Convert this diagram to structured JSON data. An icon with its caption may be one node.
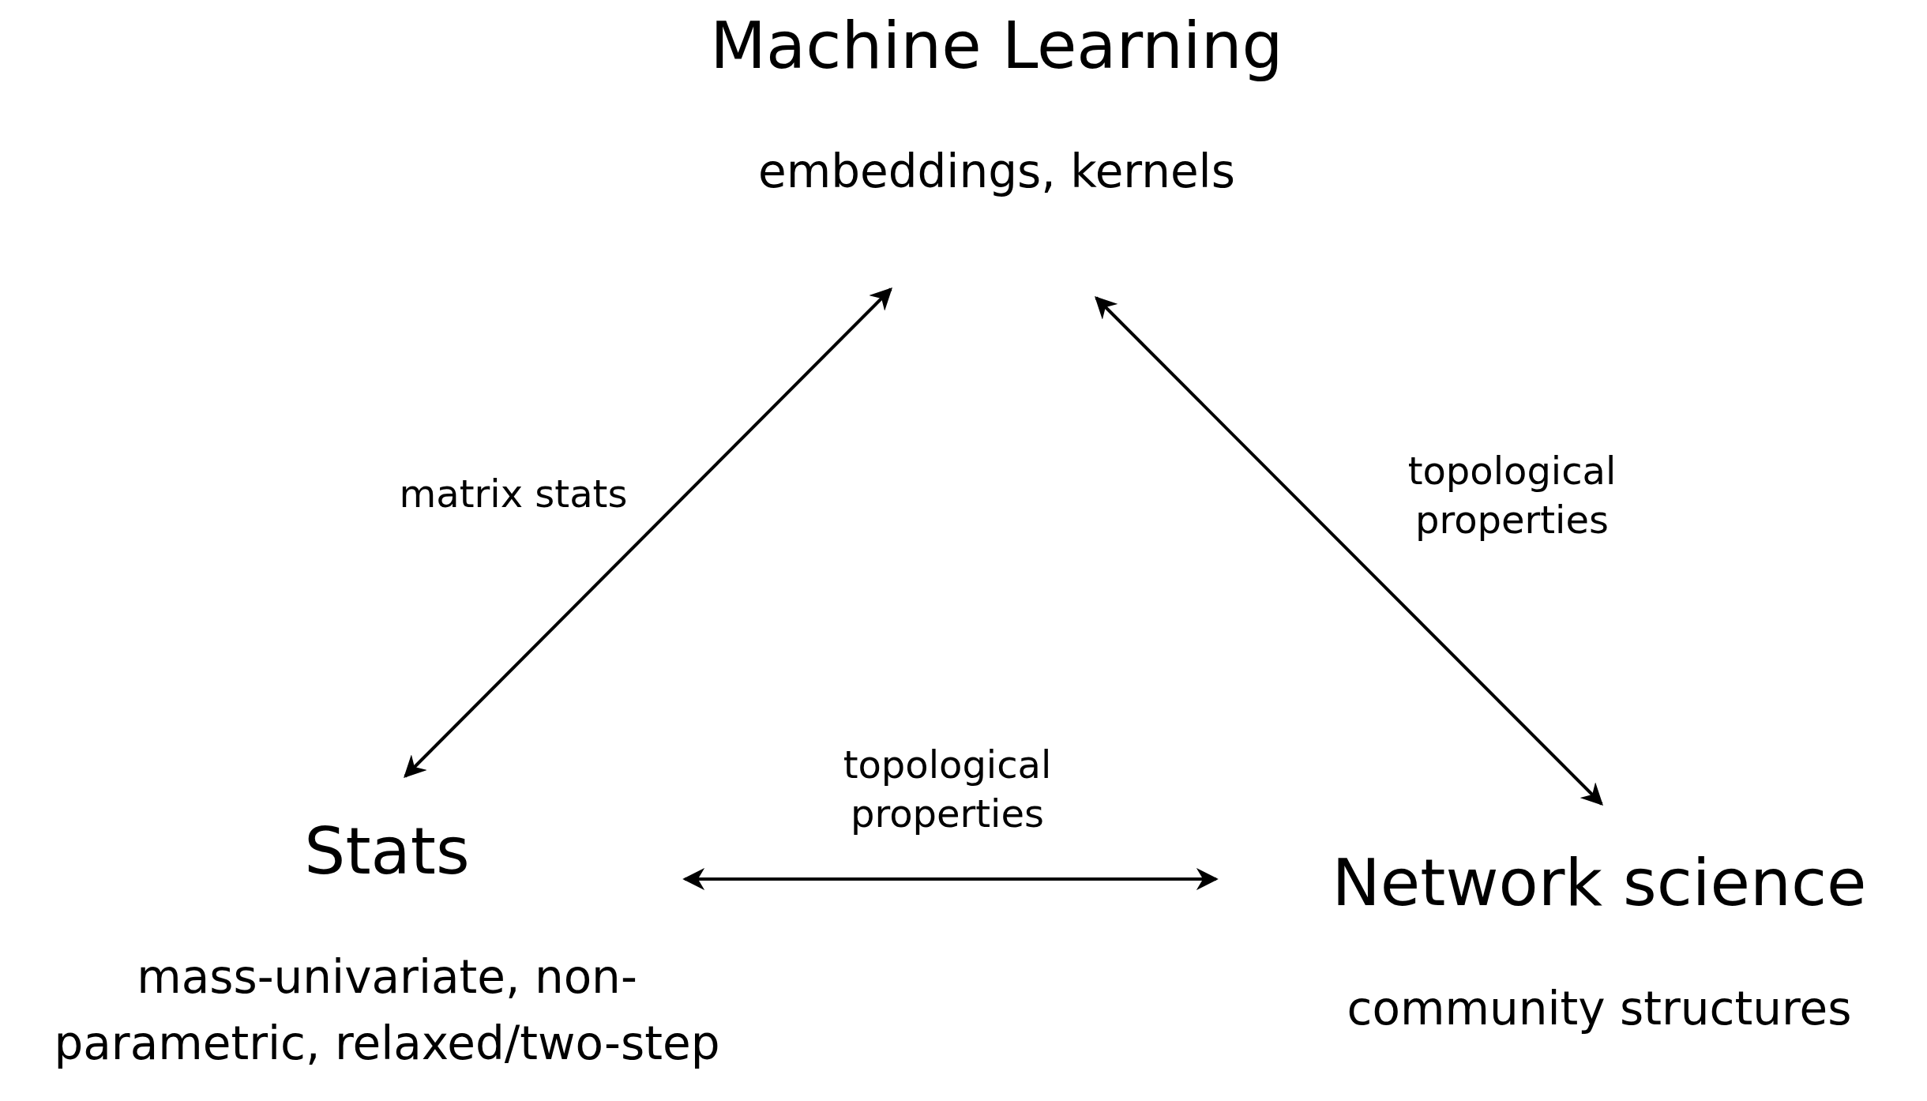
{
  "diagram": {
    "nodes": [
      {
        "text": [
          "Machine Learning",
          "embeddings, kernels"
        ]
      },
      {
        "text": [
          "Stats",
          "mass-univariate, non-parametric, relaxed/two-step"
        ]
      },
      {
        "text": [
          "Network science",
          "community structures"
        ]
      }
    ],
    "edges": [
      {
        "from": 0,
        "to": 1,
        "arrow": "both",
        "label": "matrix stats"
      },
      {
        "from": 0,
        "to": 2,
        "arrow": "both",
        "label": "topological properties"
      },
      {
        "from": 1,
        "to": 2,
        "arrow": "both",
        "label": "topological properties"
      }
    ]
  }
}
